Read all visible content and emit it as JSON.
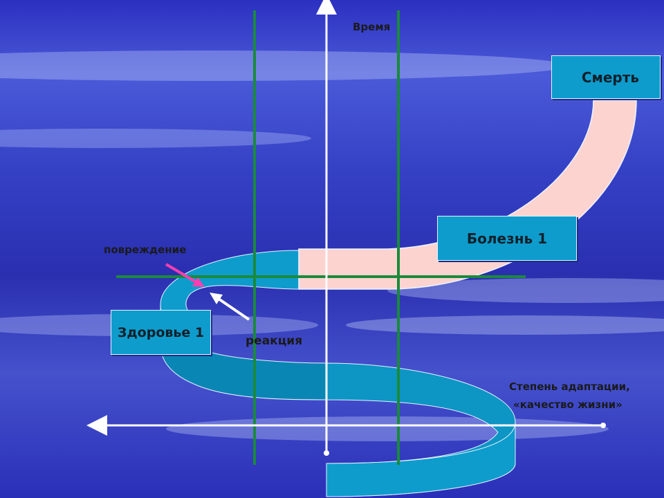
{
  "labels": {
    "time_axis": "Время",
    "adaptation_axis_line1": "Степень адаптации,",
    "adaptation_axis_line2": "«качество жизни»",
    "damage": "повреждение",
    "reaction": "реакция"
  },
  "boxes": {
    "death": "Смерть",
    "disease": "Болезнь 1",
    "health": "Здоровье 1"
  },
  "colors": {
    "background": "#2a2fb8",
    "ribbon_health": "#0e9ccc",
    "ribbon_health_dark": "#0a86b4",
    "ribbon_disease": "#fdd3d0",
    "green_lines": "#1a8a3a",
    "axes": "#ffffff",
    "damage_arrow": "#ff3fb0",
    "reaction_arrow": "#ffffff",
    "box_fill": "#0e9ccc"
  },
  "icons": {
    "damage_arrow": "arrow-down-right-icon",
    "reaction_arrow": "arrow-up-left-icon"
  }
}
